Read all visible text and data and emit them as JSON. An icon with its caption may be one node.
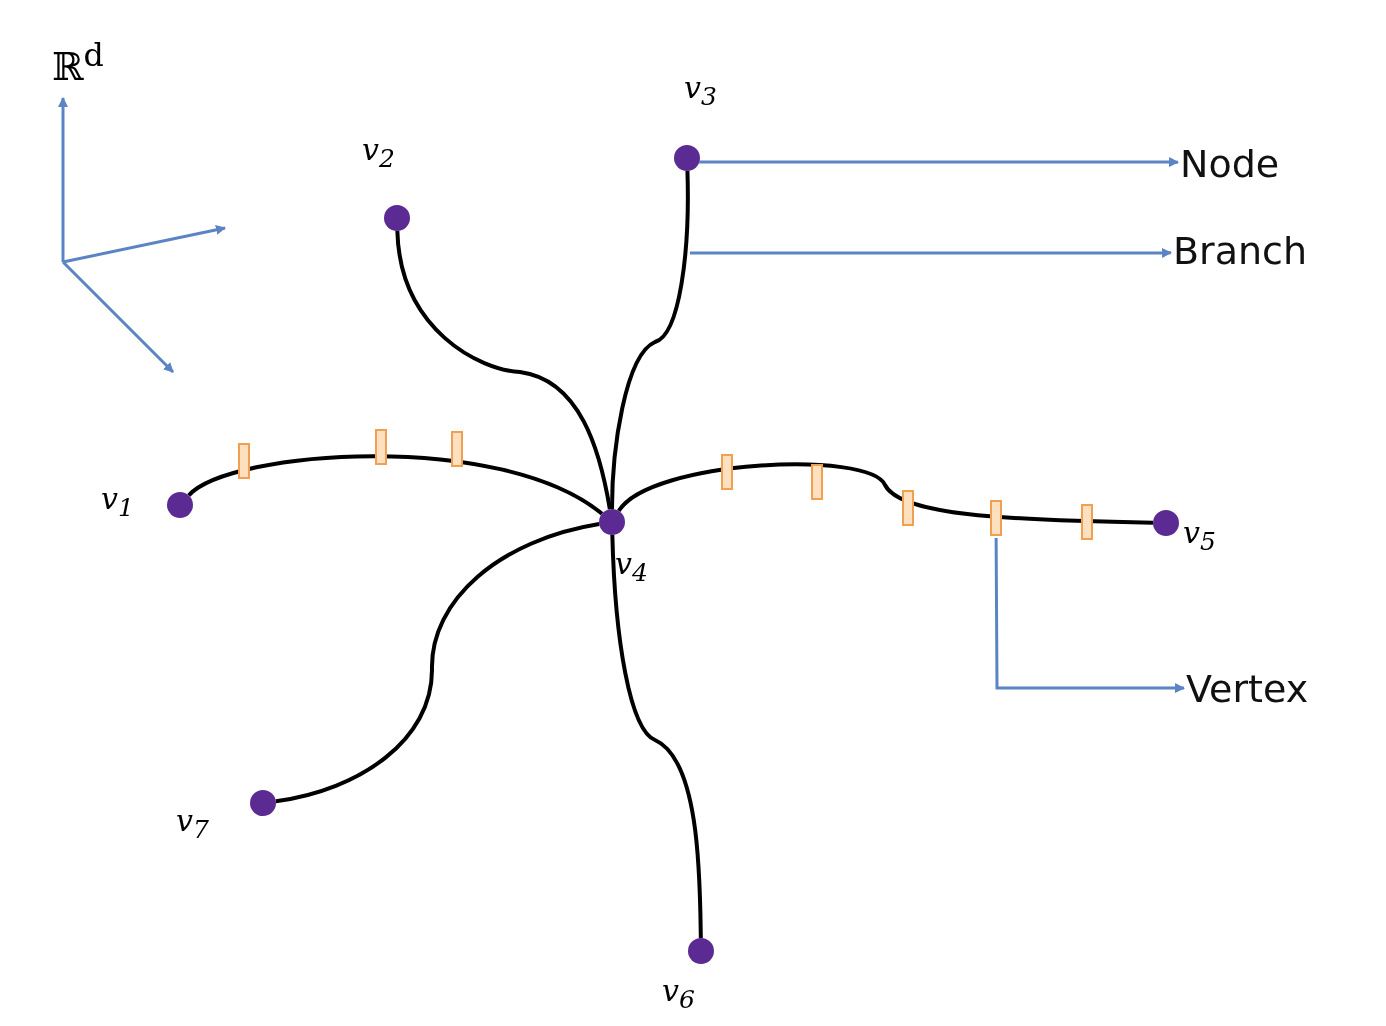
{
  "diagram": {
    "nodes": [
      {
        "text": [],
        "shape": "circle",
        "beside": [
          "v$_{1}$"
        ]
      },
      {
        "text": [],
        "shape": "circle",
        "beside": [
          "v$_{2}$"
        ]
      },
      {
        "text": [],
        "shape": "circle",
        "beside": [
          "v$_{3}$"
        ]
      },
      {
        "text": [],
        "shape": "circle",
        "beside": [
          "v$_{4}$"
        ]
      },
      {
        "text": [],
        "shape": "circle",
        "beside": [
          "v$_{5}$"
        ]
      },
      {
        "text": [],
        "shape": "circle",
        "beside": [
          "v$_{6}$"
        ]
      },
      {
        "text": [],
        "shape": "circle",
        "beside": [
          "v$_{7}$"
        ]
      },
      {
        "text": [
          "Node"
        ]
      },
      {
        "text": [
          "Branch"
        ]
      },
      {
        "text": [
          "Vertex"
        ]
      },
      {
        "text": [],
        "shape": "box"
      },
      {
        "text": [],
        "shape": "box"
      },
      {
        "text": [],
        "shape": "box"
      },
      {
        "text": [],
        "shape": "box"
      },
      {
        "text": [],
        "shape": "box"
      },
      {
        "text": [],
        "shape": "box"
      },
      {
        "text": [],
        "shape": "box"
      },
      {
        "text": [],
        "shape": "box"
      }
    ],
    "edges": [
      {
        "from": 0,
        "to": 3,
        "arrow": "none"
      },
      {
        "from": 1,
        "to": 3,
        "arrow": "none"
      },
      {
        "from": 2,
        "to": 3,
        "arrow": "none"
      },
      {
        "from": 3,
        "to": 4,
        "arrow": "none"
      },
      {
        "from": 3,
        "to": 5,
        "arrow": "none"
      },
      {
        "from": 3,
        "to": 6,
        "arrow": "none"
      },
      {
        "from": 2,
        "to": 7,
        "arrow": "to",
        "color": "#5b84c4"
      },
      {
        "from": null,
        "to": 8,
        "arrow": "to",
        "color": "#5b84c4"
      },
      {
        "from": 16,
        "to": 9,
        "arrow": "to",
        "color": "#5b84c4"
      }
    ],
    "labels": [
      "ℝ$^{d}$"
    ]
  }
}
